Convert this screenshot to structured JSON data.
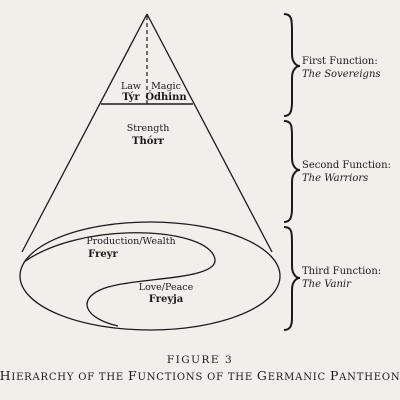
{
  "diagram": {
    "sovereign_cone": {
      "law_label": "Law",
      "law_god": "Týr",
      "magic_label": "Magic",
      "magic_god": "Ódhinn"
    },
    "warrior_region": {
      "label": "Strength",
      "god": "Thórr"
    },
    "third_region": {
      "upper_label": "Production/Wealth",
      "upper_god": "Freyr",
      "lower_label": "Love/Peace",
      "lower_god": "Freyja"
    },
    "functions": [
      {
        "title": "First Function:",
        "group": "The Sovereigns"
      },
      {
        "title": "Second Function:",
        "group": "The Warriors"
      },
      {
        "title": "Third Function:",
        "group": "The Vanir"
      }
    ]
  },
  "caption": {
    "figure": "FIGURE 3",
    "title_parts": [
      {
        "first": "H",
        "rest": "IERARCHY OF THE "
      },
      {
        "first": "F",
        "rest": "UNCTIONS OF THE "
      },
      {
        "first": "G",
        "rest": "ERMANIC "
      },
      {
        "first": "P",
        "rest": "ANTHEON"
      }
    ]
  }
}
